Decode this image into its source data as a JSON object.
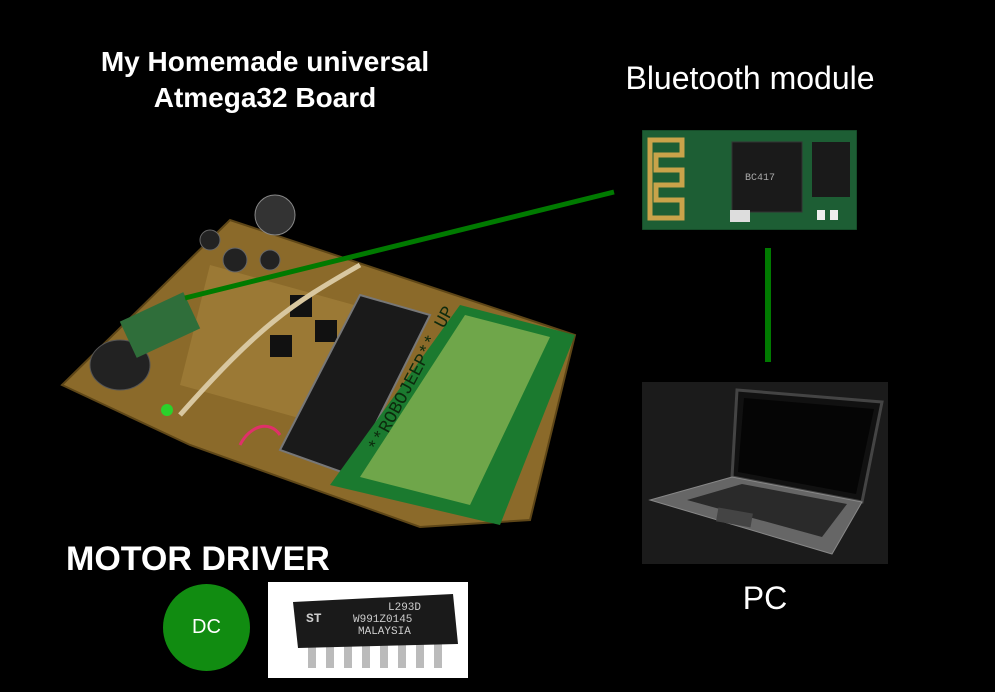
{
  "board": {
    "title_line1": "My Homemade universal",
    "title_line2": "Atmega32 Board",
    "lcd_text": "**ROBOJEEP** UP"
  },
  "bluetooth": {
    "label": "Bluetooth module",
    "chip_text": "BC417"
  },
  "pc": {
    "label": "PC"
  },
  "motor": {
    "label": "MOTOR DRIVER",
    "dc_label": "DC",
    "chip_line1": "L293D",
    "chip_line2": "W991Z0145",
    "chip_line3": "MALAYSIA"
  },
  "colors": {
    "connector": "#007a00",
    "dc_circle": "#118c11",
    "background": "#000000"
  }
}
